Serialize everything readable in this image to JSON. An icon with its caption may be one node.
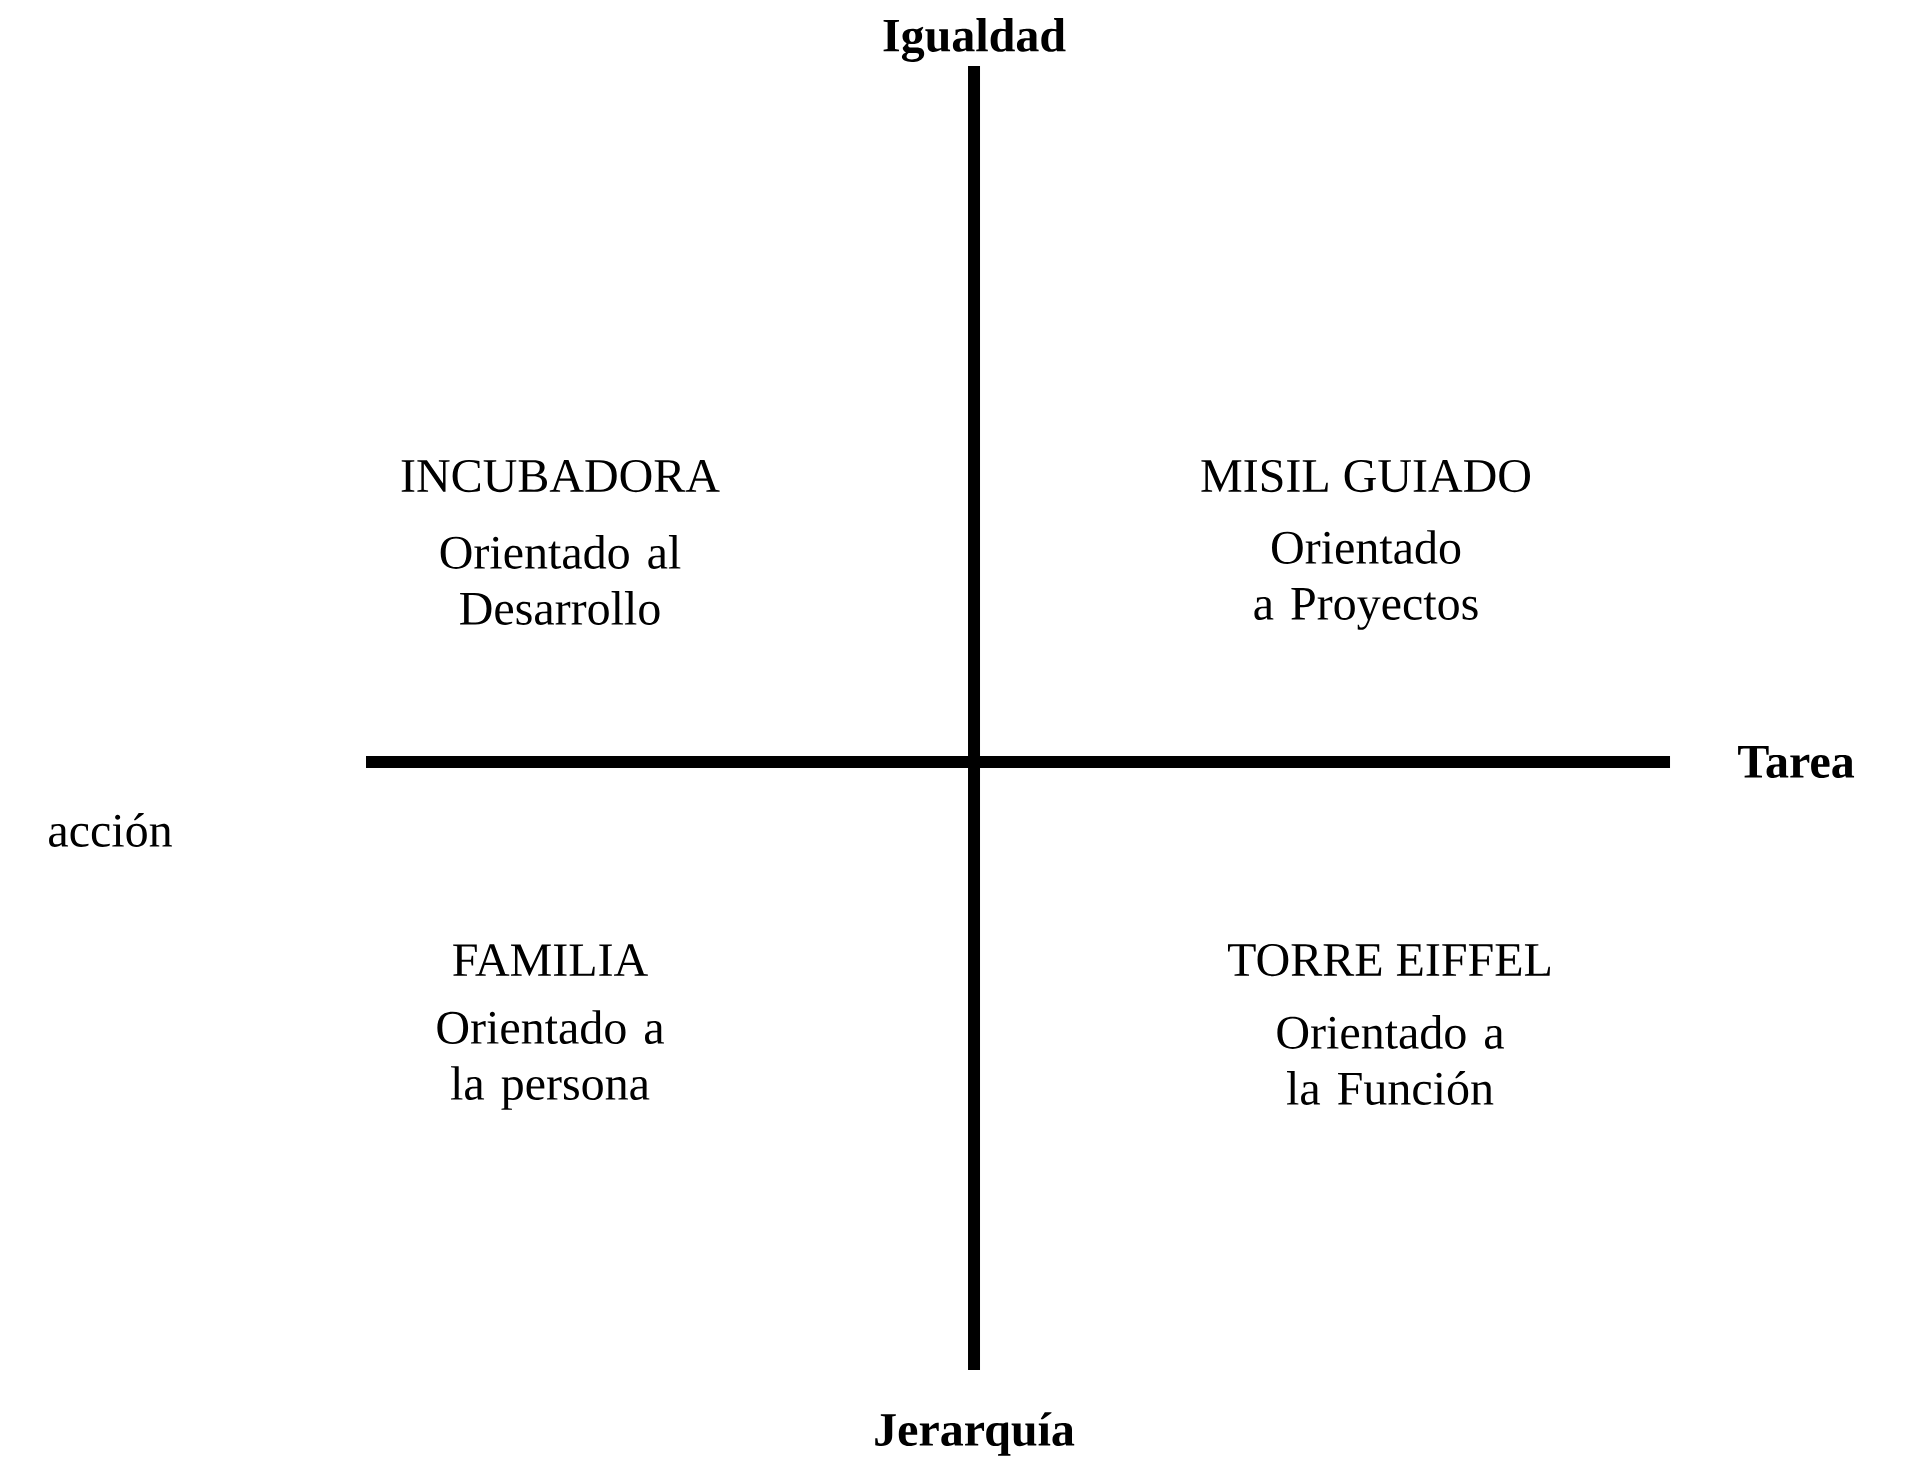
{
  "diagram": {
    "labels": [
      "Igualdad",
      "INCUBADORA",
      "Orientado al Desarrollo",
      "MISIL GUIADO",
      "Orientado a Proyectos",
      "Tarea",
      "acción",
      "FAMILIA",
      "Orientado a la persona",
      "TORRE EIFFEL",
      "Orientado a la Función",
      "Jerarquía"
    ]
  }
}
